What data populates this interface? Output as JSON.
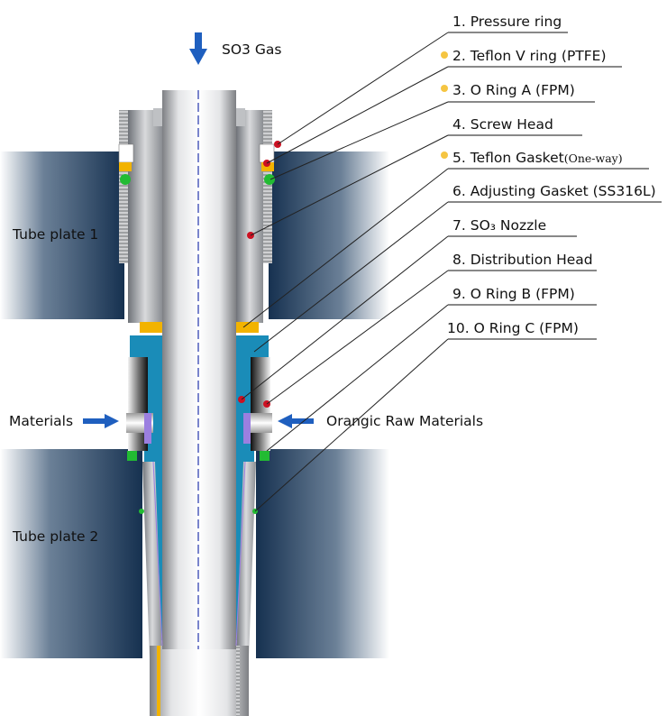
{
  "header": {
    "gas_label": "SO3 Gas"
  },
  "plates": {
    "plate1": "Tube plate 1",
    "plate2": "Tube plate 2"
  },
  "inlets": {
    "left": "Materials",
    "right": "Orangic Raw Materials"
  },
  "colors": {
    "plate_dark": "#173352",
    "plate_light": "#ffffff",
    "marker_red": "#cc1122",
    "marker_green": "#22bb33",
    "marker_yellow": "#f5c542",
    "flow_arrow": "#1f5fbf",
    "nozzle_blue": "#1a8cb8",
    "gasket_gold": "#f2b300",
    "oring_purple": "#9b7fe0"
  },
  "legend": [
    {
      "num": "1.",
      "text": "Pressure ring",
      "note": "",
      "dot": false
    },
    {
      "num": "2.",
      "text": "Teflon V ring (PTFE)",
      "note": "",
      "dot": true
    },
    {
      "num": "3.",
      "text": "O Ring A (FPM)",
      "note": "",
      "dot": true
    },
    {
      "num": "4.",
      "text": "Screw Head",
      "note": "",
      "dot": false
    },
    {
      "num": "5.",
      "text": "Teflon Gasket",
      "note": "(One-way)",
      "dot": true
    },
    {
      "num": "6.",
      "text": "Adjusting Gasket (SS316L)",
      "note": "",
      "dot": false
    },
    {
      "num": "7.",
      "text": "SO₃ Nozzle",
      "note": "",
      "dot": false
    },
    {
      "num": "8.",
      "text": "Distribution Head",
      "note": "",
      "dot": false
    },
    {
      "num": "9.",
      "text": "O Ring B (FPM)",
      "note": "",
      "dot": false
    },
    {
      "num": "10.",
      "text": "O Ring C (FPM)",
      "note": "",
      "dot": false
    }
  ]
}
